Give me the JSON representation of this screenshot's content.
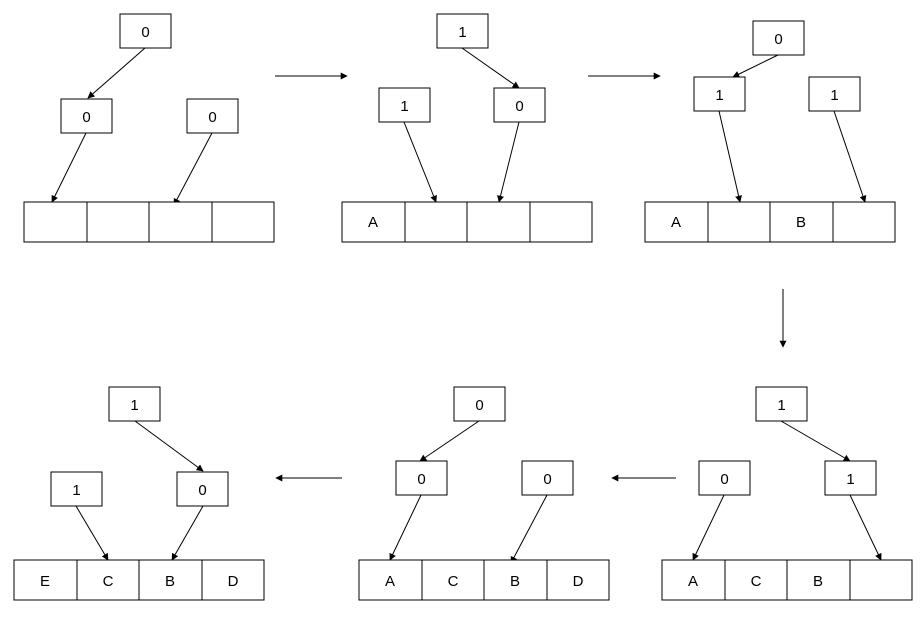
{
  "stages": [
    {
      "id": "stage-1",
      "root": "0",
      "left_node": "0",
      "right_node": "0",
      "slots": [
        "",
        "",
        "",
        ""
      ]
    },
    {
      "id": "stage-2",
      "root": "1",
      "left_node": "1",
      "right_node": "0",
      "slots": [
        "A",
        "",
        "",
        ""
      ]
    },
    {
      "id": "stage-3",
      "root": "0",
      "left_node": "1",
      "right_node": "1",
      "slots": [
        "A",
        "",
        "B",
        ""
      ]
    },
    {
      "id": "stage-4",
      "root": "1",
      "left_node": "0",
      "right_node": "1",
      "slots": [
        "A",
        "C",
        "B",
        ""
      ]
    },
    {
      "id": "stage-5",
      "root": "0",
      "left_node": "0",
      "right_node": "0",
      "slots": [
        "A",
        "C",
        "B",
        "D"
      ]
    },
    {
      "id": "stage-6",
      "root": "1",
      "left_node": "1",
      "right_node": "0",
      "slots": [
        "E",
        "C",
        "B",
        "D"
      ]
    }
  ],
  "transitions": [
    "right",
    "right",
    "down",
    "left",
    "left"
  ],
  "colors": {
    "stroke": "#000000",
    "fill": "#ffffff"
  }
}
